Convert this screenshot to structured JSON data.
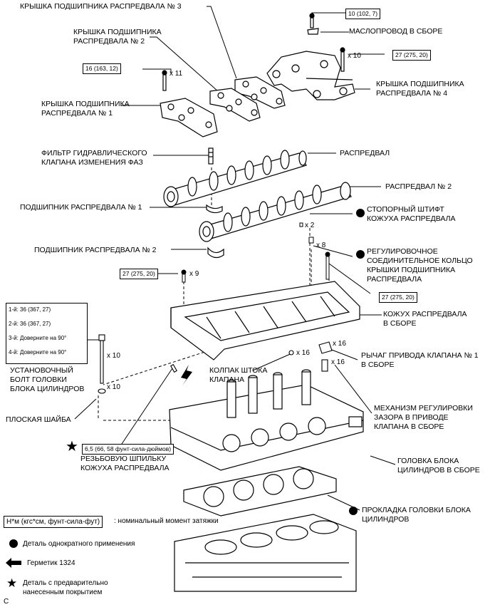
{
  "labels": {
    "bearing_cap_3": "КРЫШКА ПОДШИПНИКА РАСПРЕДВАЛА № 3",
    "bearing_cap_2": "КРЫШКА ПОДШИПНИКА\nРАСПРЕДВАЛА № 2",
    "oil_pipe": "МАСЛОПРОВОД В СБОРЕ",
    "bearing_cap_4": "КРЫШКА ПОДШИПНИКА\nРАСПРЕДВАЛА № 4",
    "bearing_cap_1": "КРЫШКА ПОДШИПНИКА\nРАСПРЕДВАЛА № 1",
    "ocv_filter": "ФИЛЬТР ГИДРАВЛИЧЕСКОГО\nКЛАПАНА ИЗМЕНЕНИЯ ФАЗ",
    "camshaft": "РАСПРЕДВАЛ",
    "camshaft_2": "РАСПРЕДВАЛ № 2",
    "cam_bearing_1": "ПОДШИПНИК РАСПРЕДВАЛА № 1",
    "housing_pin": "СТОПОРНЫЙ ШТИФТ\nКОЖУХА РАСПРЕДВАЛА",
    "cam_bearing_2": "ПОДШИПНИК РАСПРЕДВАЛА № 2",
    "adjust_ring": "РЕГУЛИРОВОЧНОЕ\nСОЕДИНИТЕЛЬНОЕ КОЛЬЦО\nКРЫШКИ ПОДШИПНИКА\nРАСПРЕДВАЛА",
    "cam_housing": "КОЖУХ РАСПРЕДВАЛА\nВ СБОРЕ",
    "rocker_arm": "РЫЧАГ ПРИВОДА КЛАПАНА № 1\nВ СБОРЕ",
    "valve_cap": "КОЛПАК ШТОКА\nКЛАПАНА",
    "head_bolt": "УСТАНОВОЧНЫЙ\nБОЛТ ГОЛОВКИ\nБЛОКА ЦИЛИНДРОВ",
    "lash_adjuster": "МЕХАНИЗМ РЕГУЛИРОВКИ\nЗАЗОРА В ПРИВОДЕ\nКЛАПАНА В СБОРЕ",
    "flat_washer": "ПЛОСКАЯ ШАЙБА",
    "stud": "РЕЗЬБОВУЮ ШПИЛЬКУ\nКОЖУХА РАСПРЕДВАЛА",
    "cyl_head": "ГОЛОВКА БЛОКА\nЦИЛИНДРОВ В СБОРЕ",
    "head_gasket": "ПРОКЛАДКА ГОЛОВКИ БЛОКА\nЦИЛИНДРОВ"
  },
  "qty": {
    "x10_top": "x 10",
    "x11": "x 11",
    "x2": "x 2",
    "x8": "x 8",
    "x9": "x 9",
    "x10_bolt": "x 10",
    "x10_washer": "x 10",
    "x16_cap": "x 16",
    "x16_arm": "x 16",
    "x16_lash": "x 16"
  },
  "torques": {
    "t_10": "10 (102, 7)",
    "t_27_top": "27 (275, 20)",
    "t_16": "16 (163, 12)",
    "t_27_left": "27 (275, 20)",
    "t_27_right": "27 (275, 20)",
    "t_stud": "6,5 (66, 58 фунт-сила-дюймов)"
  },
  "torque_steps": [
    "1-й: 36 (367, 27)",
    "2-й: 36 (367, 27)",
    "3-й: Доверните на 90°",
    "4-й: Доверните на 90°"
  ],
  "legend": {
    "unit_box": "Н*м (кгс*см, фунт-сила-фут)",
    "unit_desc": ": номинальный момент затяжки",
    "one_time": "Деталь однократного применения",
    "sealant": "Герметик 1324",
    "precoated": "Деталь с предварительно\nнанесенным покрытием"
  },
  "corner_letter": "C"
}
